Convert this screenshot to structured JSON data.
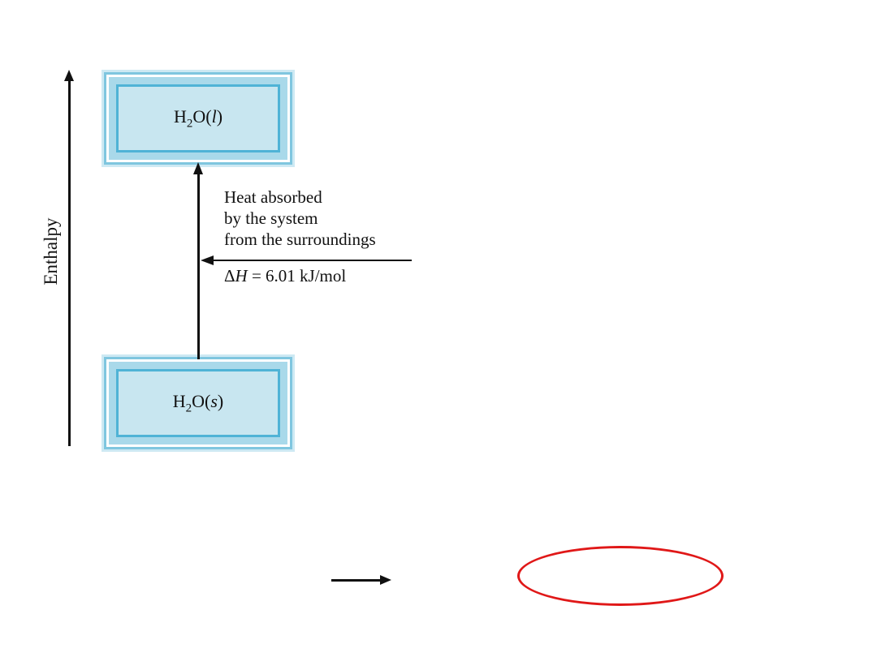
{
  "axis": {
    "label": "Enthalpy"
  },
  "states": {
    "top": {
      "formula_main": "H",
      "formula_sub": "2",
      "formula_rest": "O(",
      "phase": "l",
      "close": ")"
    },
    "bottom": {
      "formula_main": "H",
      "formula_sub": "2",
      "formula_rest": "O(",
      "phase": "s",
      "close": ")"
    }
  },
  "annotation": {
    "lines": [
      "Heat absorbed",
      "by the system",
      "from the surroundings"
    ],
    "delta_symbol": "Δ",
    "delta_var": "H",
    "delta_value": " = 6.01 kJ/mol"
  },
  "colors": {
    "box_fill": "#c8e6f0",
    "box_border": "#4fb3d6",
    "ellipse": "#e01818"
  }
}
